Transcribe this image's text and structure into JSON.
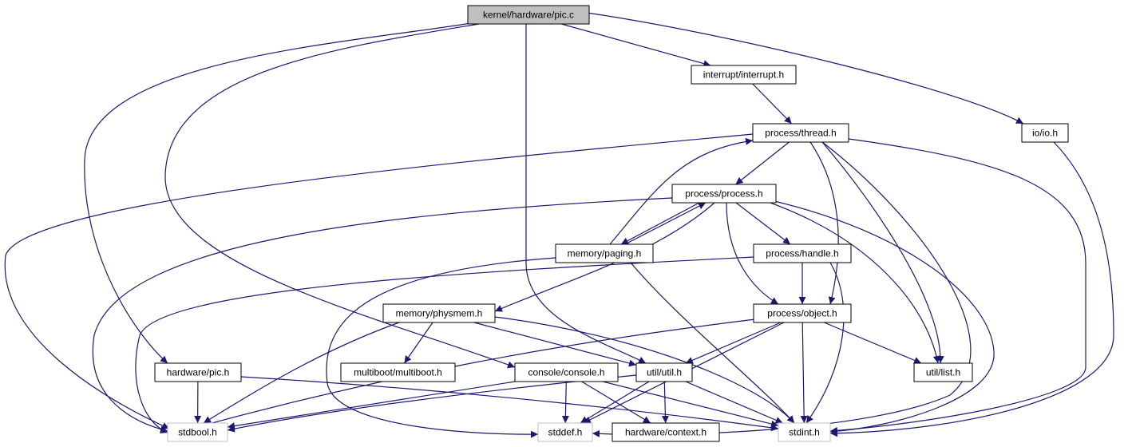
{
  "title": "kernel/hardware/pic.c",
  "colors": {
    "edge": "#191970",
    "node_border": "#000000",
    "node_border_external": "#bfbfbf",
    "root_fill": "#bfbfbf",
    "node_fill": "#ffffff"
  },
  "nodes": {
    "root": {
      "label": "kernel/hardware/pic.c",
      "kind": "root"
    },
    "interrupt": {
      "label": "interrupt/interrupt.h",
      "kind": "file"
    },
    "thread": {
      "label": "process/thread.h",
      "kind": "file"
    },
    "ioh": {
      "label": "io/io.h",
      "kind": "file"
    },
    "process": {
      "label": "process/process.h",
      "kind": "file"
    },
    "paging": {
      "label": "memory/paging.h",
      "kind": "file"
    },
    "handle": {
      "label": "process/handle.h",
      "kind": "file"
    },
    "physmem": {
      "label": "memory/physmem.h",
      "kind": "file"
    },
    "object": {
      "label": "process/object.h",
      "kind": "file"
    },
    "picH": {
      "label": "hardware/pic.h",
      "kind": "file"
    },
    "multiboot": {
      "label": "multiboot/multiboot.h",
      "kind": "file"
    },
    "console": {
      "label": "console/console.h",
      "kind": "file"
    },
    "util": {
      "label": "util/util.h",
      "kind": "file"
    },
    "list": {
      "label": "util/list.h",
      "kind": "file"
    },
    "stdbool": {
      "label": "stdbool.h",
      "kind": "external"
    },
    "stddef": {
      "label": "stddef.h",
      "kind": "external"
    },
    "context": {
      "label": "hardware/context.h",
      "kind": "file"
    },
    "stdint": {
      "label": "stdint.h",
      "kind": "external"
    }
  },
  "edges": [
    [
      "root",
      "interrupt"
    ],
    [
      "root",
      "ioh"
    ],
    [
      "root",
      "picH"
    ],
    [
      "root",
      "console"
    ],
    [
      "root",
      "util"
    ],
    [
      "interrupt",
      "thread"
    ],
    [
      "thread",
      "process"
    ],
    [
      "thread",
      "stdbool"
    ],
    [
      "thread",
      "object"
    ],
    [
      "thread",
      "list"
    ],
    [
      "thread",
      "stdint"
    ],
    [
      "thread",
      "stddef"
    ],
    [
      "ioh",
      "stdint"
    ],
    [
      "process",
      "paging"
    ],
    [
      "process",
      "handle"
    ],
    [
      "process",
      "object"
    ],
    [
      "process",
      "physmem"
    ],
    [
      "process",
      "list"
    ],
    [
      "process",
      "stdint"
    ],
    [
      "process",
      "stdbool"
    ],
    [
      "paging",
      "thread"
    ],
    [
      "paging",
      "process"
    ],
    [
      "paging",
      "stddef"
    ],
    [
      "paging",
      "stdint"
    ],
    [
      "handle",
      "object"
    ],
    [
      "handle",
      "stdint"
    ],
    [
      "handle",
      "stdbool"
    ],
    [
      "physmem",
      "multiboot"
    ],
    [
      "physmem",
      "util"
    ],
    [
      "physmem",
      "stdint"
    ],
    [
      "physmem",
      "stdbool"
    ],
    [
      "object",
      "util"
    ],
    [
      "object",
      "list"
    ],
    [
      "object",
      "stdint"
    ],
    [
      "object",
      "stddef"
    ],
    [
      "object",
      "stdbool"
    ],
    [
      "picH",
      "stdbool"
    ],
    [
      "picH",
      "stdint"
    ],
    [
      "console",
      "stdbool"
    ],
    [
      "console",
      "stddef"
    ],
    [
      "console",
      "context"
    ],
    [
      "console",
      "stdint"
    ],
    [
      "util",
      "stdbool"
    ],
    [
      "util",
      "stddef"
    ],
    [
      "util",
      "context"
    ],
    [
      "util",
      "stdint"
    ]
  ]
}
